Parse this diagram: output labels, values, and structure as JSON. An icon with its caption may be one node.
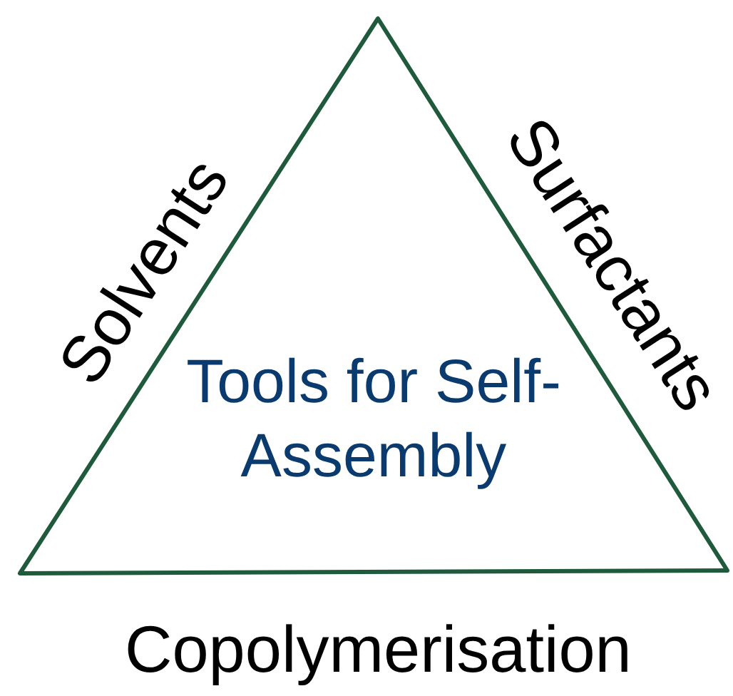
{
  "diagram": {
    "nodes": [
      {
        "text": [
          "Tools for Self-Assembly"
        ]
      }
    ],
    "labels": [
      "Solvents",
      "Surfactants",
      "Copolymerisation"
    ]
  }
}
